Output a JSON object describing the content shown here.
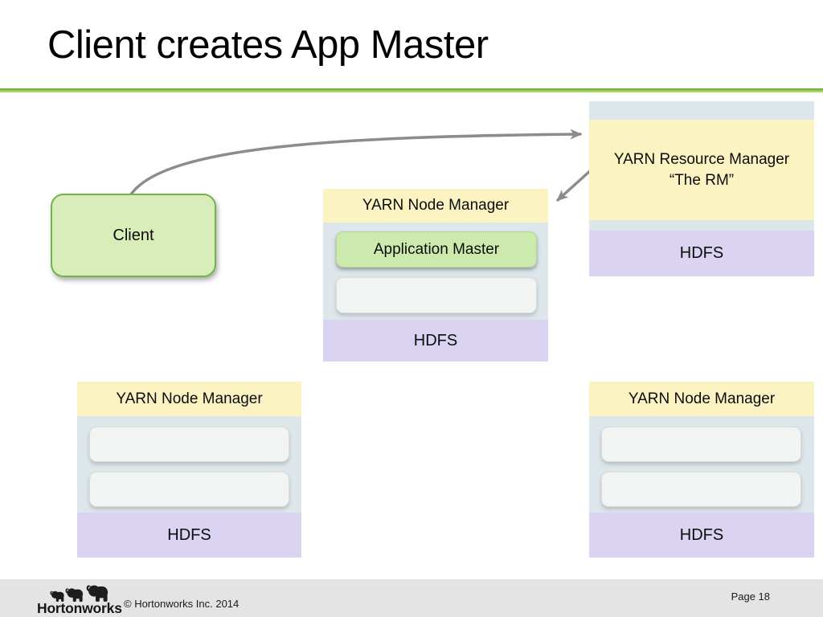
{
  "slide": {
    "title": "Client creates App Master"
  },
  "client": {
    "label": "Client"
  },
  "resource_manager": {
    "title_line1": "YARN Resource Manager",
    "title_line2": "“The RM”",
    "hdfs_label": "HDFS"
  },
  "node_managers": {
    "center": {
      "header": "YARN Node Manager",
      "containers": [
        "Application Master",
        ""
      ],
      "hdfs_label": "HDFS"
    },
    "bottom_left": {
      "header": "YARN Node Manager",
      "containers": [
        "",
        ""
      ],
      "hdfs_label": "HDFS"
    },
    "bottom_right": {
      "header": "YARN Node Manager",
      "containers": [
        "",
        ""
      ],
      "hdfs_label": "HDFS"
    }
  },
  "footer": {
    "logo_text": "Hortonworks",
    "copyright": "© Hortonworks Inc. 2014",
    "page_label": "Page 18"
  },
  "colors": {
    "title_underline_green": "#74B53B",
    "panel_header_yellow": "#FBF3C2",
    "panel_body_gray": "#DDE6EB",
    "hdfs_lavender": "#DBD3F2",
    "client_green_fill": "#D9EDBB",
    "client_green_border": "#72B447",
    "app_master_green": "#CDEAAE",
    "empty_slot_gray": "#F2F4F3",
    "arrow_gray": "#8C8C8C",
    "footer_gray": "#E4E4E4"
  }
}
